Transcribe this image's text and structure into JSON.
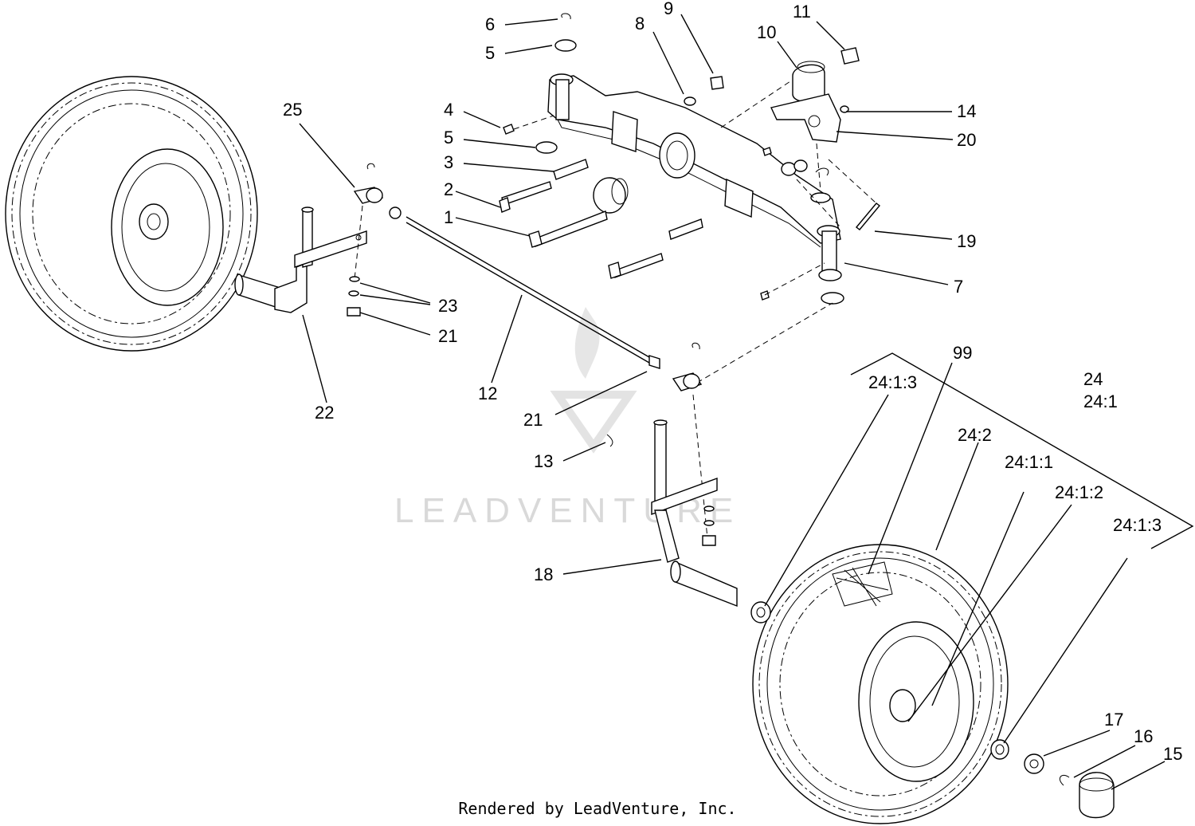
{
  "watermark": "LEADVENTURE",
  "footer": "Rendered by LeadVenture, Inc.",
  "callouts": {
    "c1": "1",
    "c2": "2",
    "c3": "3",
    "c4": "4",
    "c5a": "5",
    "c5b": "5",
    "c6": "6",
    "c7": "7",
    "c8": "8",
    "c9": "9",
    "c10": "10",
    "c11": "11",
    "c12": "12",
    "c13": "13",
    "c14": "14",
    "c15": "15",
    "c16": "16",
    "c17": "17",
    "c18": "18",
    "c19": "19",
    "c20": "20",
    "c21a": "21",
    "c21b": "21",
    "c22": "22",
    "c23": "23",
    "c24": "24",
    "c24_1": "24:1",
    "c24_1_1": "24:1:1",
    "c24_1_2": "24:1:2",
    "c24_1_3a": "24:1:3",
    "c24_1_3b": "24:1:3",
    "c24_2": "24:2",
    "c25": "25",
    "c99": "99"
  }
}
